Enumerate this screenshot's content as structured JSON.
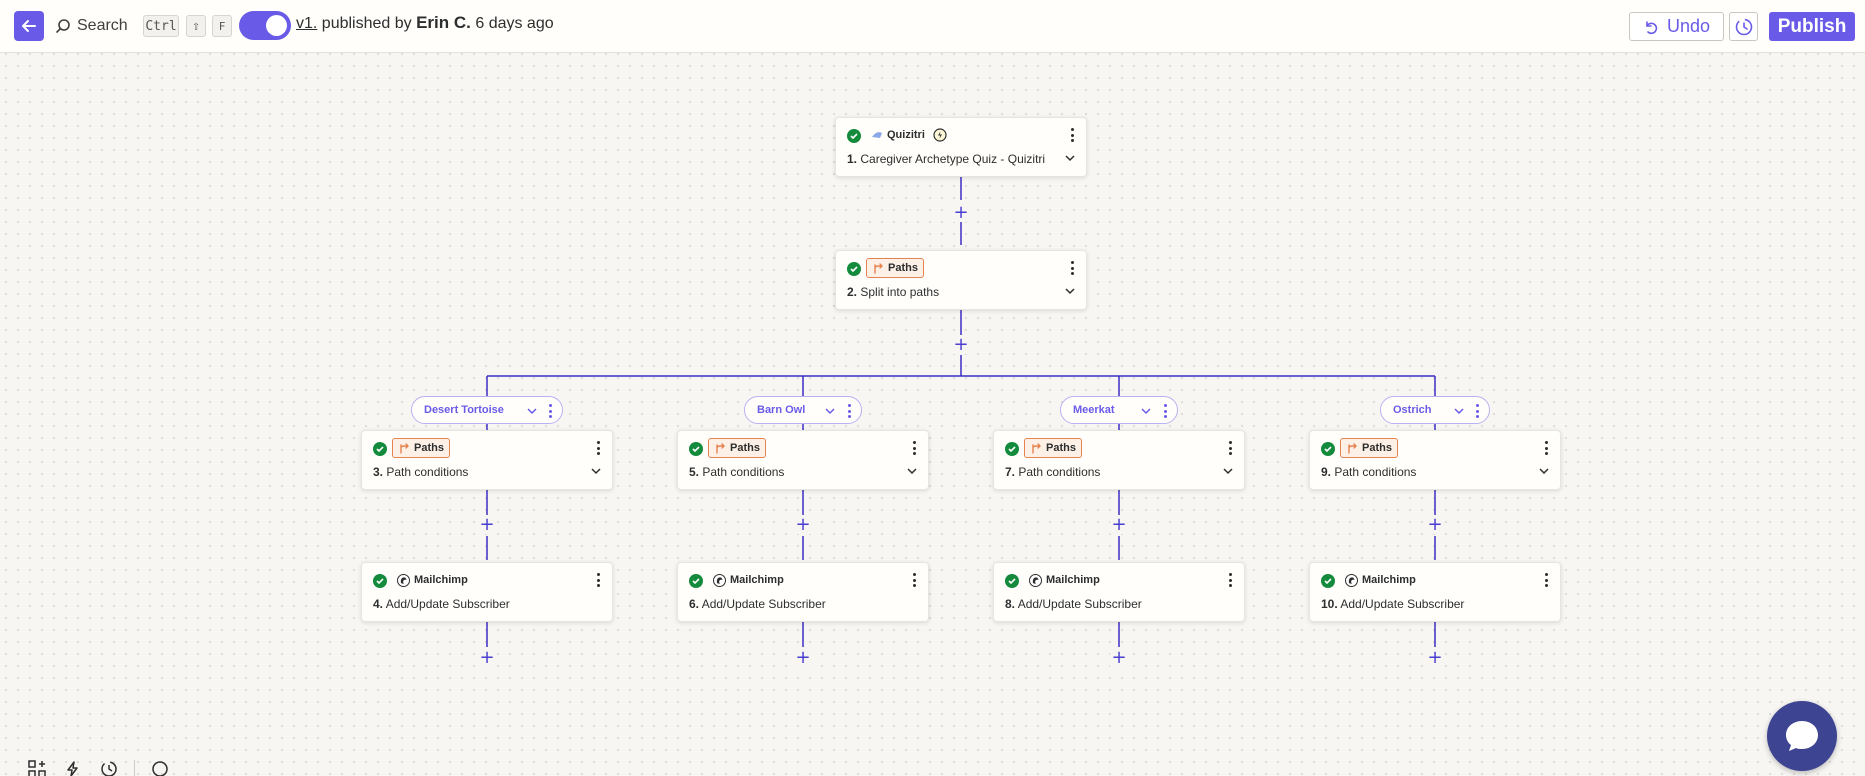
{
  "topbar": {
    "search_label": "Search",
    "shortcut_keys": [
      "Ctrl",
      "⇧",
      "F"
    ],
    "version": "v1.",
    "published_by": "published by",
    "author": "Erin C.",
    "time_ago": "6 days ago",
    "undo_label": "Undo",
    "publish_label": "Publish"
  },
  "steps": {
    "s1": {
      "app": "Quizitri",
      "num": "1.",
      "title": "Caregiver Archetype Quiz - Quizitri"
    },
    "s2": {
      "app": "Paths",
      "num": "2.",
      "title": "Split into paths"
    },
    "s3": {
      "app": "Paths",
      "num": "3.",
      "title": "Path conditions"
    },
    "s4": {
      "app": "Mailchimp",
      "num": "4.",
      "title": "Add/Update Subscriber"
    },
    "s5": {
      "app": "Paths",
      "num": "5.",
      "title": "Path conditions"
    },
    "s6": {
      "app": "Mailchimp",
      "num": "6.",
      "title": "Add/Update Subscriber"
    },
    "s7": {
      "app": "Paths",
      "num": "7.",
      "title": "Path conditions"
    },
    "s8": {
      "app": "Mailchimp",
      "num": "8.",
      "title": "Add/Update Subscriber"
    },
    "s9": {
      "app": "Paths",
      "num": "9.",
      "title": "Path conditions"
    },
    "s10": {
      "app": "Mailchimp",
      "num": "10.",
      "title": "Add/Update Subscriber"
    }
  },
  "paths": {
    "p1": "Desert Tortoise",
    "p2": "Barn Owl",
    "p3": "Meerkat",
    "p4": "Ostrich"
  },
  "colors": {
    "accent": "#695be8",
    "success": "#138a3c",
    "paths_orange": "#e6824e",
    "connector": "#3d2fc4"
  }
}
